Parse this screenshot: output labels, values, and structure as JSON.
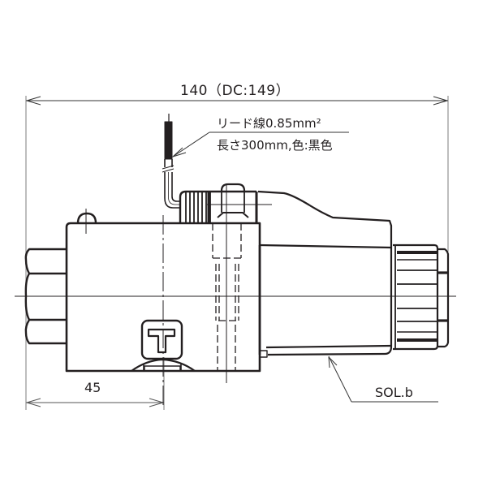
{
  "drawing": {
    "title": "Solenoid valve side view (dimension drawing)",
    "colors": {
      "line": "#231f20",
      "dim_line": "#333333",
      "ext_line": "#9a9a9a",
      "background": "#ffffff"
    }
  },
  "dimensions": {
    "overall_length": "140（DC:149）",
    "mount_offset": "45"
  },
  "annotations": {
    "lead_wire_line1": "リード線0.85mm²",
    "lead_wire_line2": "長さ300mm,色:黒色",
    "solenoid_label": "SOL.b"
  },
  "markings": {
    "body_badge": "T"
  }
}
